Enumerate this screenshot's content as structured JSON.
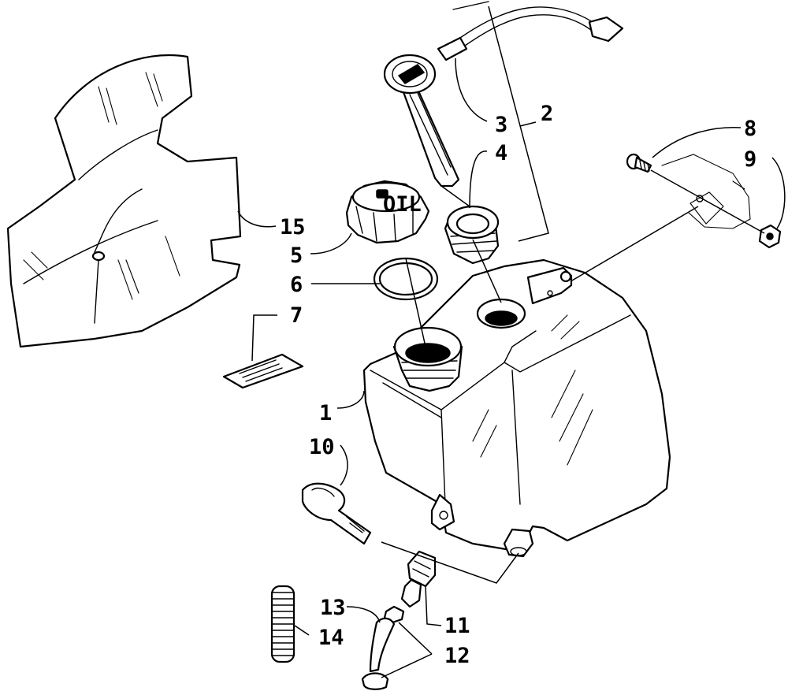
{
  "callouts": [
    {
      "id": "c1",
      "label": "1"
    },
    {
      "id": "c2",
      "label": "2"
    },
    {
      "id": "c3",
      "label": "3"
    },
    {
      "id": "c4",
      "label": "4"
    },
    {
      "id": "c5",
      "label": "5"
    },
    {
      "id": "c6",
      "label": "6"
    },
    {
      "id": "c7",
      "label": "7"
    },
    {
      "id": "c8",
      "label": "8"
    },
    {
      "id": "c9",
      "label": "9"
    },
    {
      "id": "c10",
      "label": "10"
    },
    {
      "id": "c11",
      "label": "11"
    },
    {
      "id": "c12",
      "label": "12"
    },
    {
      "id": "c13",
      "label": "13"
    },
    {
      "id": "c14",
      "label": "14"
    },
    {
      "id": "c15",
      "label": "15"
    }
  ],
  "fill_cap_marking": "OIL"
}
